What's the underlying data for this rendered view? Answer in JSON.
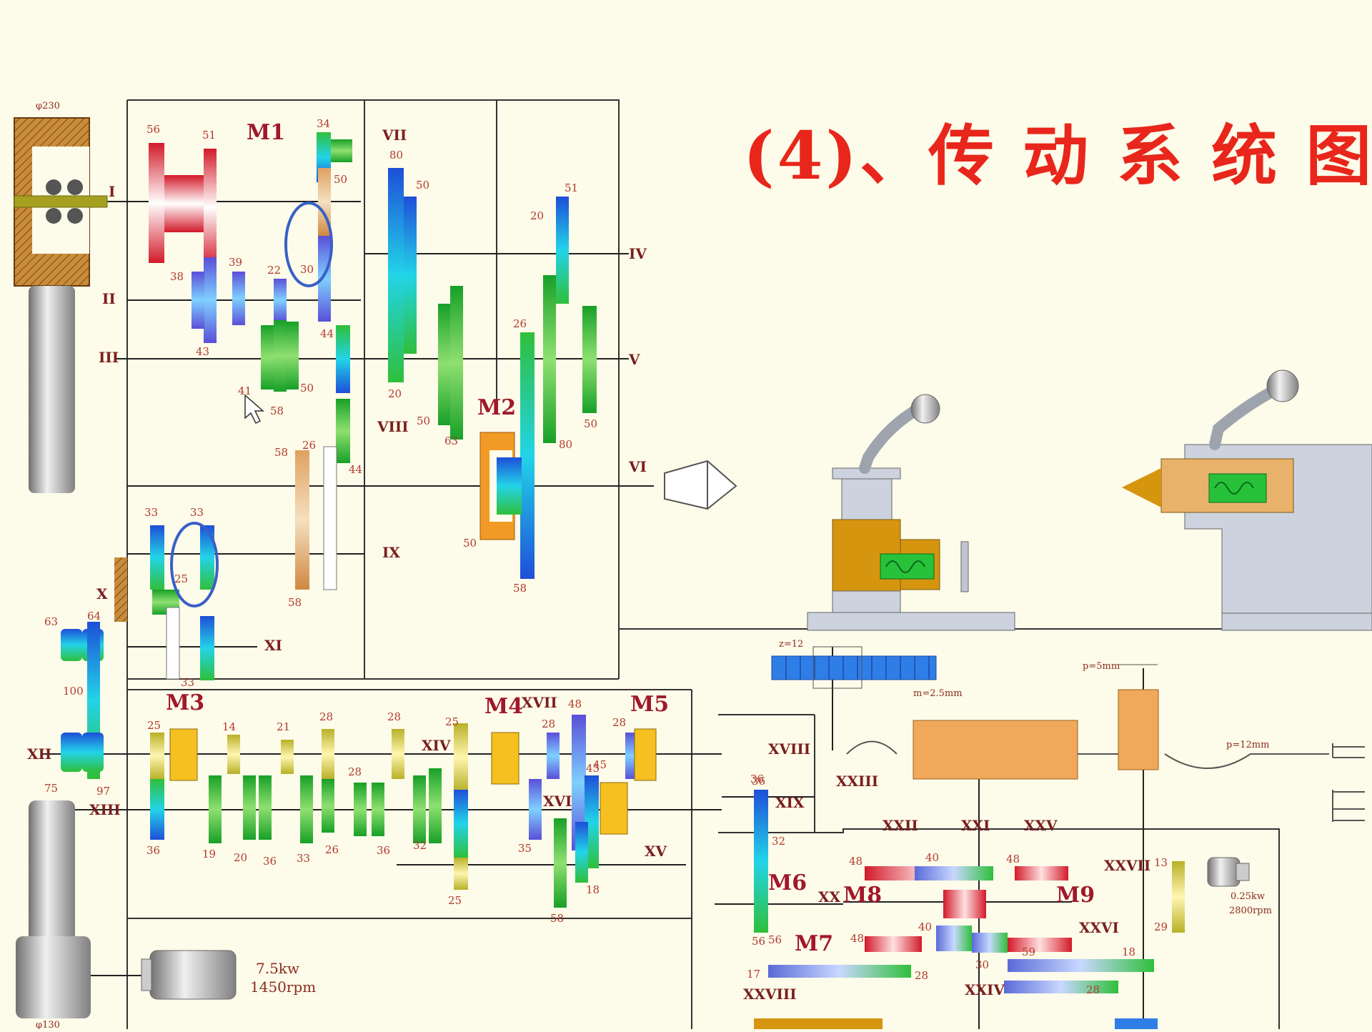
{
  "title": "(4)、传 动 系 统 图",
  "specs": {
    "pulley_top": "φ230",
    "pulley_bottom": "φ130",
    "main_motor_power": "7.5kw",
    "main_motor_speed": "1450rpm",
    "aux_motor_power": "0.25kw",
    "aux_motor_speed": "2800rpm",
    "rack_z": "z=12",
    "rack_module": "m=2.5mm",
    "lead_screw_pitch": "p=5mm",
    "feed_screw_pitch": "p=12mm"
  },
  "clutches": [
    "M1",
    "M2",
    "M3",
    "M4",
    "M5",
    "M6",
    "M7",
    "M8",
    "M9"
  ],
  "shafts": [
    "I",
    "II",
    "III",
    "IV",
    "V",
    "VI",
    "VII",
    "VIII",
    "IX",
    "X",
    "XI",
    "XII",
    "XIII",
    "XIV",
    "XV",
    "XVI",
    "XVII",
    "XVIII",
    "XIX",
    "XX",
    "XXI",
    "XXII",
    "XXIII",
    "XXIV",
    "XXV",
    "XXVI",
    "XXVII",
    "XXVIII"
  ],
  "gear_teeth": [
    "56",
    "51",
    "34",
    "50",
    "80",
    "50",
    "51",
    "20",
    "38",
    "39",
    "22",
    "30",
    "44",
    "43",
    "41",
    "58",
    "50",
    "20",
    "26",
    "58",
    "44",
    "50",
    "63",
    "26",
    "80",
    "50",
    "50",
    "58",
    "33",
    "33",
    "25",
    "58",
    "63",
    "64",
    "100",
    "75",
    "97",
    "33",
    "25",
    "14",
    "21",
    "28",
    "28",
    "25",
    "36",
    "19",
    "20",
    "36",
    "33",
    "26",
    "28",
    "36",
    "32",
    "25",
    "48",
    "28",
    "28",
    "45",
    "35",
    "18",
    "36",
    "56",
    "32",
    "58",
    "48",
    "40",
    "48",
    "40",
    "30",
    "48",
    "28",
    "17",
    "59",
    "18",
    "13",
    "29",
    "36",
    "56",
    "45",
    "28"
  ]
}
